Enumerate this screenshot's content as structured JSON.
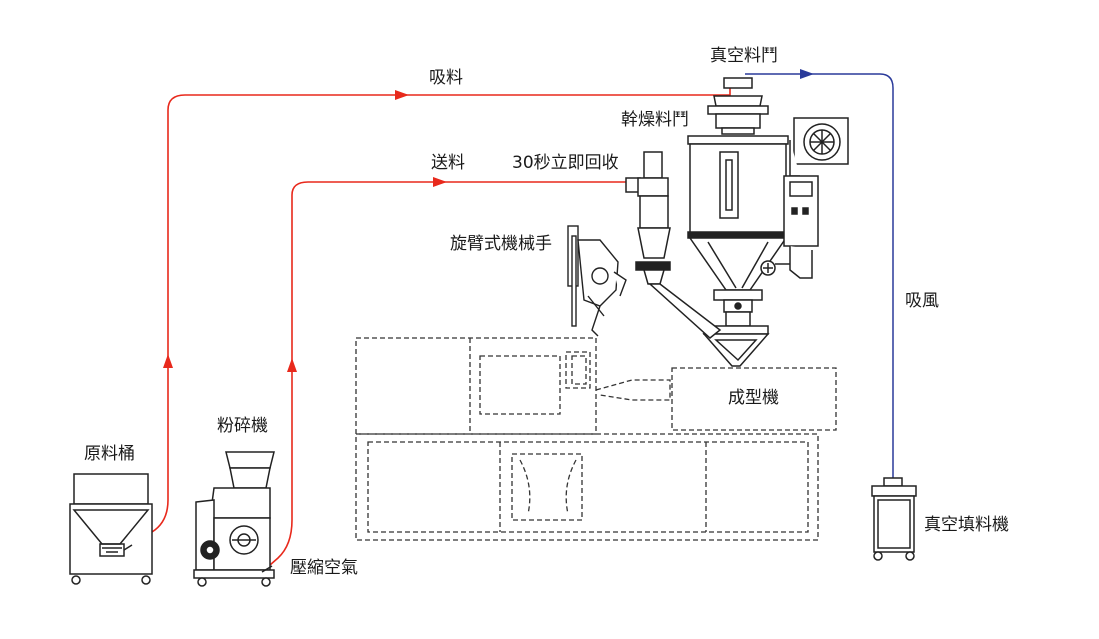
{
  "labels": {
    "suction": "吸料",
    "vacuum_hopper": "真空料鬥",
    "dryer_hopper": "幹燥料鬥",
    "feeding": "送料",
    "recycle": "30秒立即回收",
    "robot_arm": "旋臂式機械手",
    "air_suction": "吸風",
    "molding_machine": "成型機",
    "crusher": "粉碎機",
    "raw_bin": "原料桶",
    "compressed_air": "壓縮空氣",
    "vacuum_loader": "真空填料機"
  },
  "colors": {
    "material_line": "#e8291c",
    "air_line": "#2a3a9a",
    "equipment": "#222222",
    "dashed_outline": "#333333"
  }
}
